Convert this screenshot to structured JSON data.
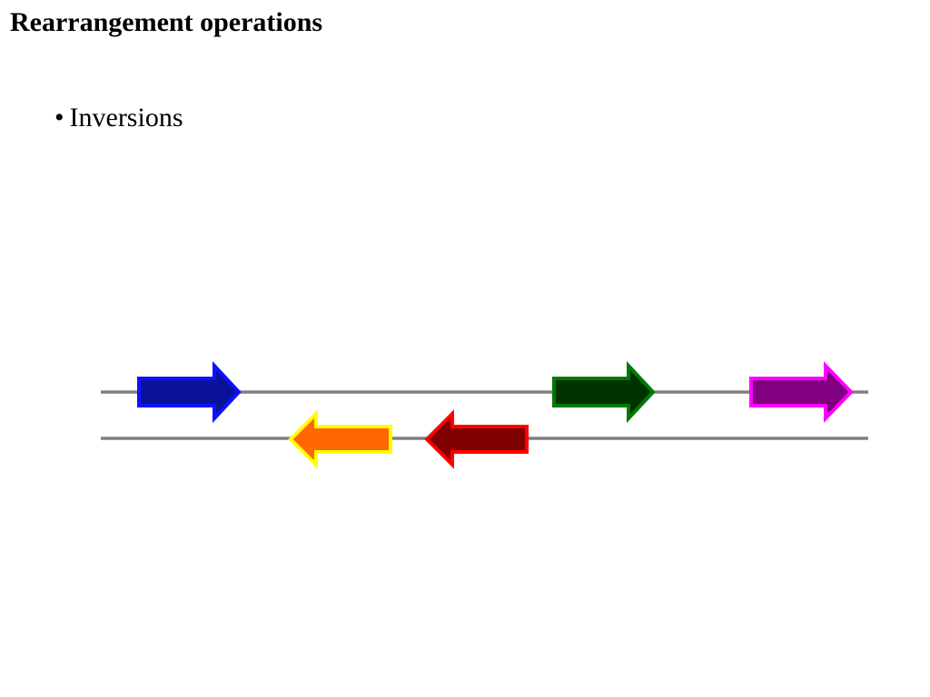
{
  "slide": {
    "title": "Rearrangement operations",
    "bullets": [
      {
        "marker": "•",
        "text": "Inversions"
      }
    ]
  },
  "diagram": {
    "line_color": "#808080",
    "genes": [
      {
        "name": "blue",
        "strand": "top",
        "direction": "right",
        "fill": "#0a1299",
        "stroke": "#1010ff"
      },
      {
        "name": "green",
        "strand": "top",
        "direction": "right",
        "fill": "#003300",
        "stroke": "#007a00"
      },
      {
        "name": "magenta",
        "strand": "top",
        "direction": "right",
        "fill": "#800080",
        "stroke": "#ff00ff"
      },
      {
        "name": "orange",
        "strand": "bottom",
        "direction": "left",
        "fill": "#ff6600",
        "stroke": "#ffff00"
      },
      {
        "name": "dark-red",
        "strand": "bottom",
        "direction": "left",
        "fill": "#800000",
        "stroke": "#ff0000"
      }
    ]
  }
}
